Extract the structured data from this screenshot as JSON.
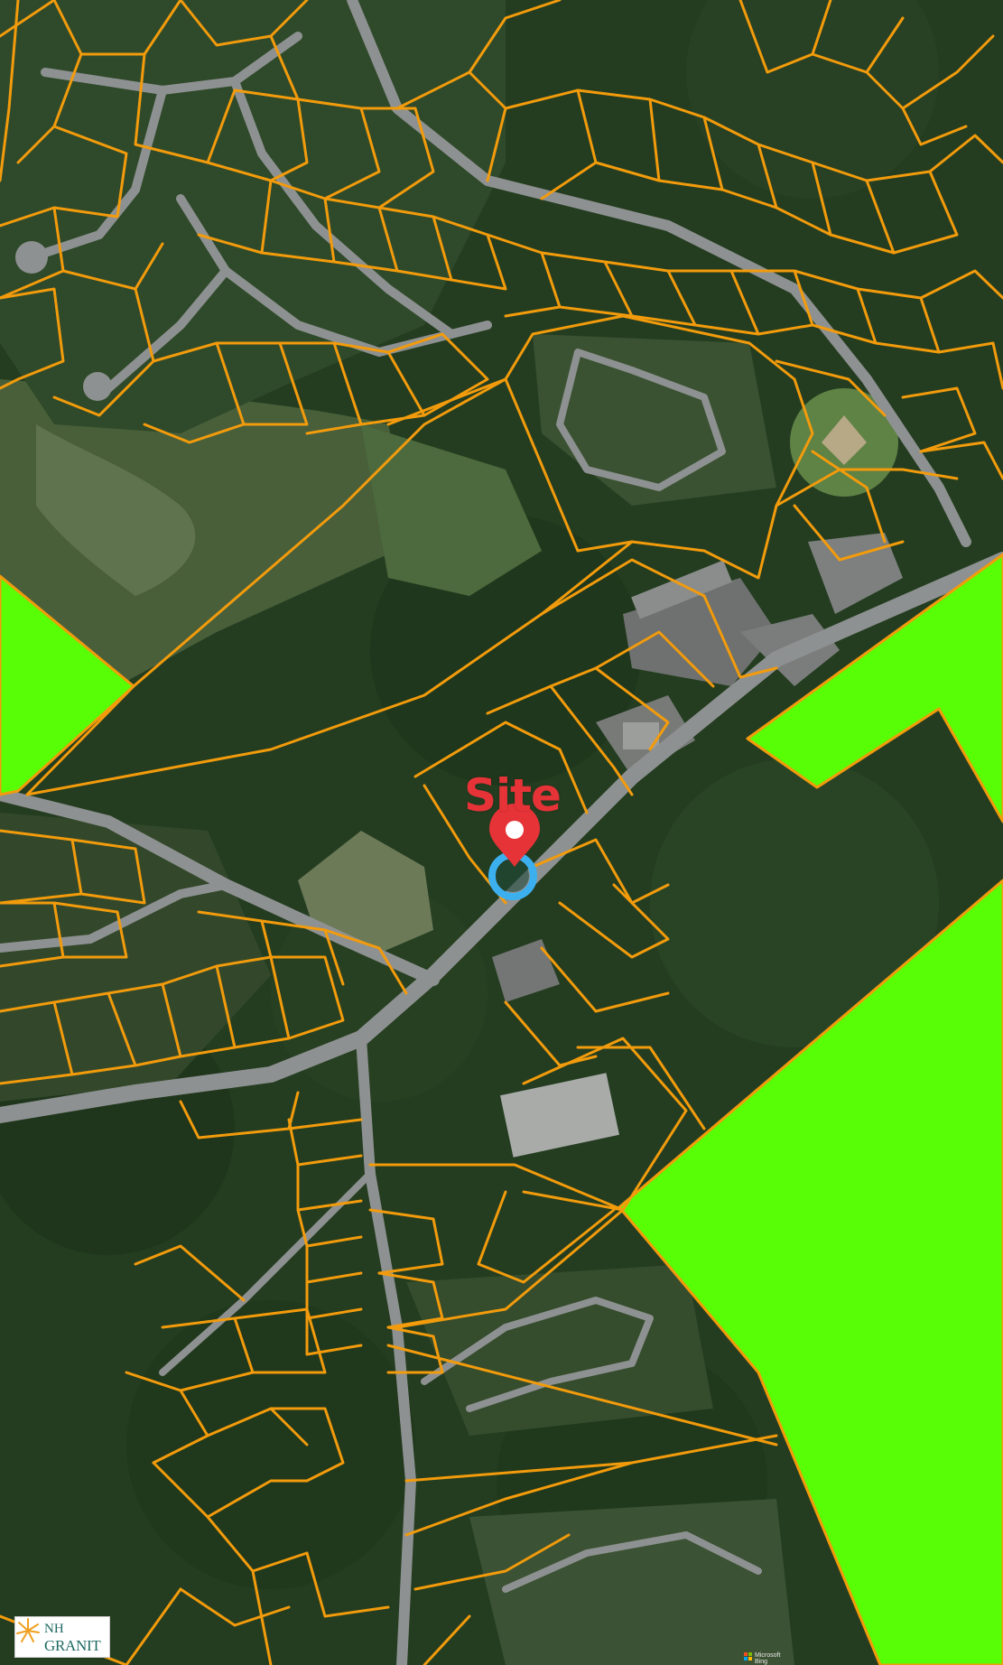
{
  "map": {
    "marker_label": "Site",
    "attribution_logo": {
      "line1": "NH",
      "line2": "GRANIT"
    },
    "basemap_credit": {
      "line1": "Microsoft",
      "line2": "Bing"
    },
    "colors": {
      "parcel_line": "#f29b0c",
      "highlight_fill": "#58fe05",
      "road": "#8e9191",
      "forest": "#263f22",
      "marker_red": "#e63338",
      "marker_ring": "#3cb0ef"
    }
  }
}
